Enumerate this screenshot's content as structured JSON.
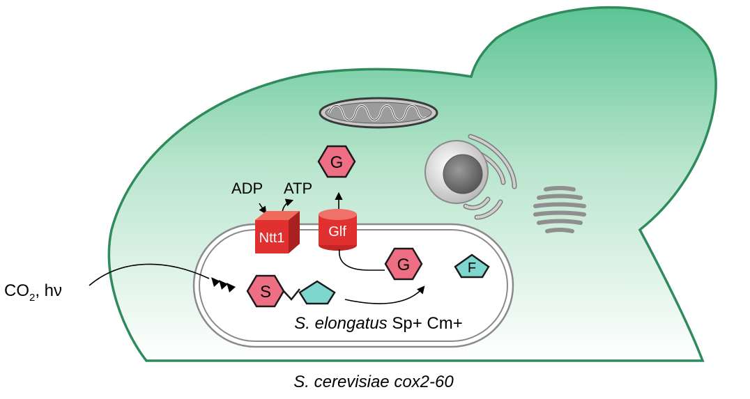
{
  "colors": {
    "cell_fill_top": "#5cc495",
    "cell_fill_bottom": "#ffffff",
    "cell_border": "#2f8b5b",
    "transporter_red": "#e0302f",
    "glucose_pink": "#ee6e84",
    "fructose_teal": "#7ed6cf",
    "organelle_gray": "#9a9a9a"
  },
  "labels": {
    "adp": "ADP",
    "atp": "ATP",
    "ntt1": "Ntt1",
    "glf": "Glf",
    "glucose_top": "G",
    "glucose_inside": "G",
    "fructose": "F",
    "sucrose": "S",
    "co2_main": "CO",
    "co2_sub": "2",
    "co2_rest": ", hν",
    "cyano_species": "S. elongatus",
    "cyano_markers": " Sp+ Cm+",
    "host_species": "S. cerevisiae cox2-60"
  },
  "icons": [
    "mitochondrion-icon",
    "nucleus-icon",
    "golgi-icon"
  ]
}
